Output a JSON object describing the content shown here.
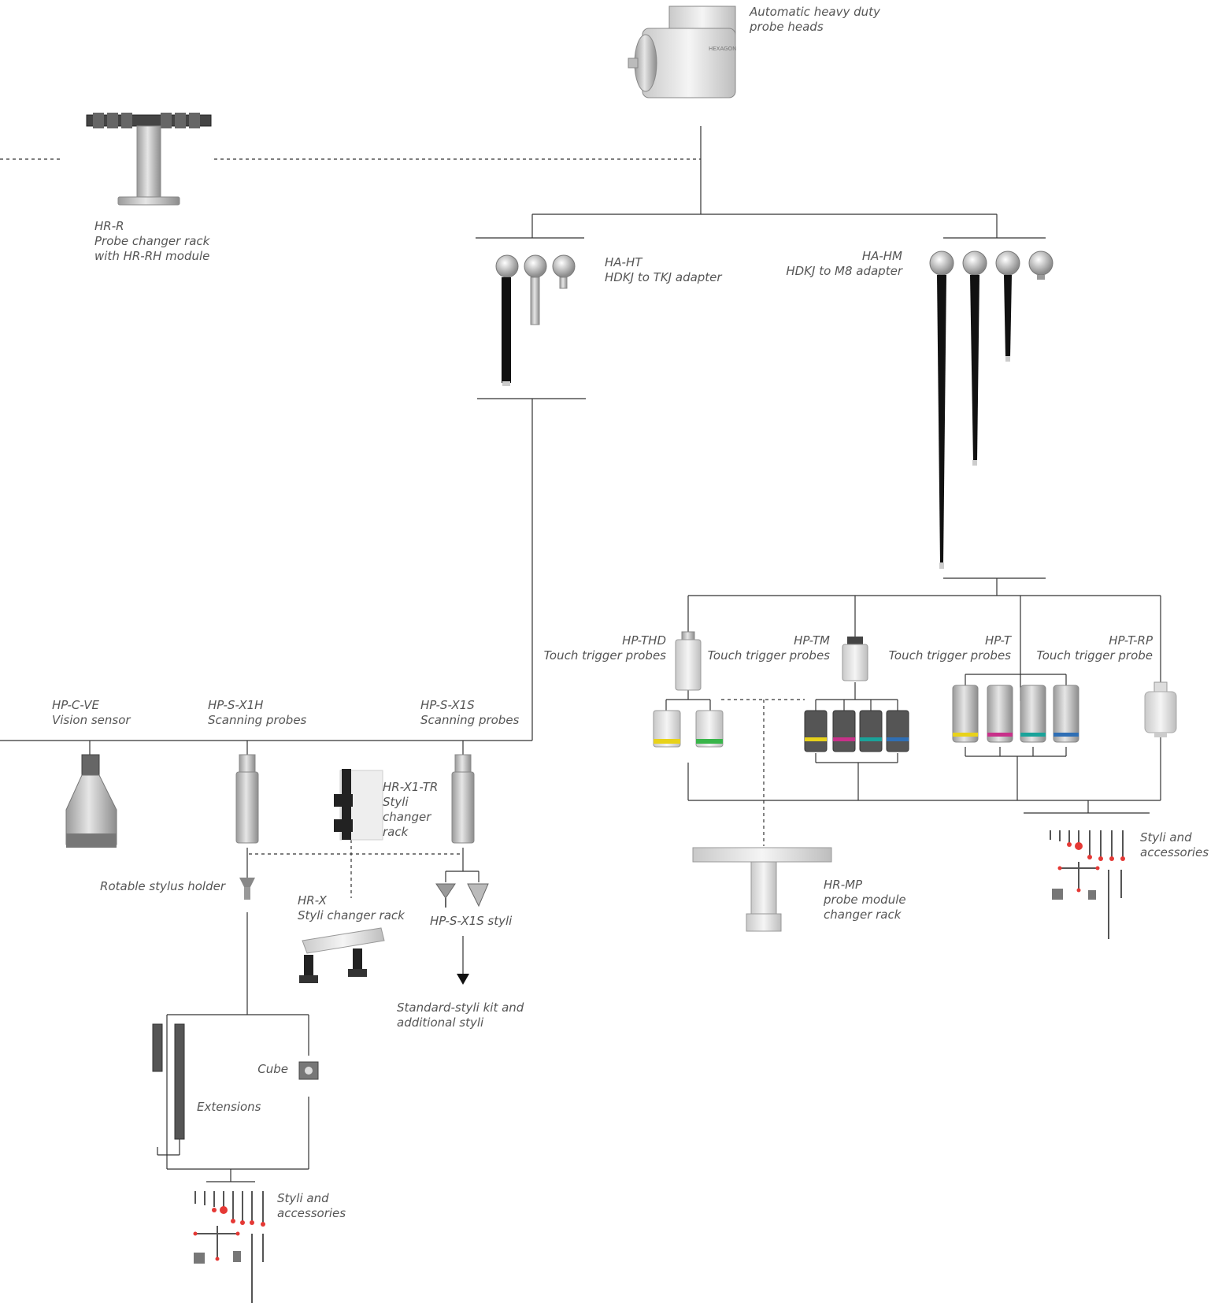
{
  "labels": {
    "heavy_duty_heads": "Automatic heavy duty\nprobe heads",
    "hr_r": "HR-R\nProbe changer rack\nwith HR-RH module",
    "ha_ht": "HA-HT\nHDKJ to TKJ adapter",
    "ha_hm": "HA-HM\nHDKJ to M8 adapter",
    "hp_thd": "HP-THD\nTouch trigger probes",
    "hp_tm": "HP-TM\nTouch trigger probes",
    "hp_t": "HP-T\nTouch trigger probes",
    "hp_t_rp": "HP-T-RP\nTouch trigger probe",
    "hp_c_ve": "HP-C-VE\nVision sensor",
    "hp_s_x1h": "HP-S-X1H\nScanning probes",
    "hp_s_x1s": "HP-S-X1S\nScanning probes",
    "hr_x1_tr": "HR-X1-TR\nStyli\nchanger\nrack",
    "rotable_holder": "Rotable stylus holder",
    "hr_x": "HR-X\nStyli changer rack",
    "x1s_styli": "HP-S-X1S styli",
    "standard_kit": "Standard-styli kit and\nadditional styli",
    "hr_mp": "HR-MP\nprobe module\nchanger rack",
    "styli_acc_right": "Styli and\naccessories",
    "cube": "Cube",
    "extensions": "Extensions",
    "styli_acc_bottom": "Styli and\naccessories"
  },
  "brand_mark": "HEXAGON",
  "colors": {
    "line": "#333333",
    "label": "#555555",
    "module_yellow": "#e8d21a",
    "module_green": "#39b54a",
    "module_magenta": "#c8318a",
    "module_teal": "#1aa39a",
    "module_blue": "#2f6fb5",
    "stylus_tip": "#e53935"
  }
}
